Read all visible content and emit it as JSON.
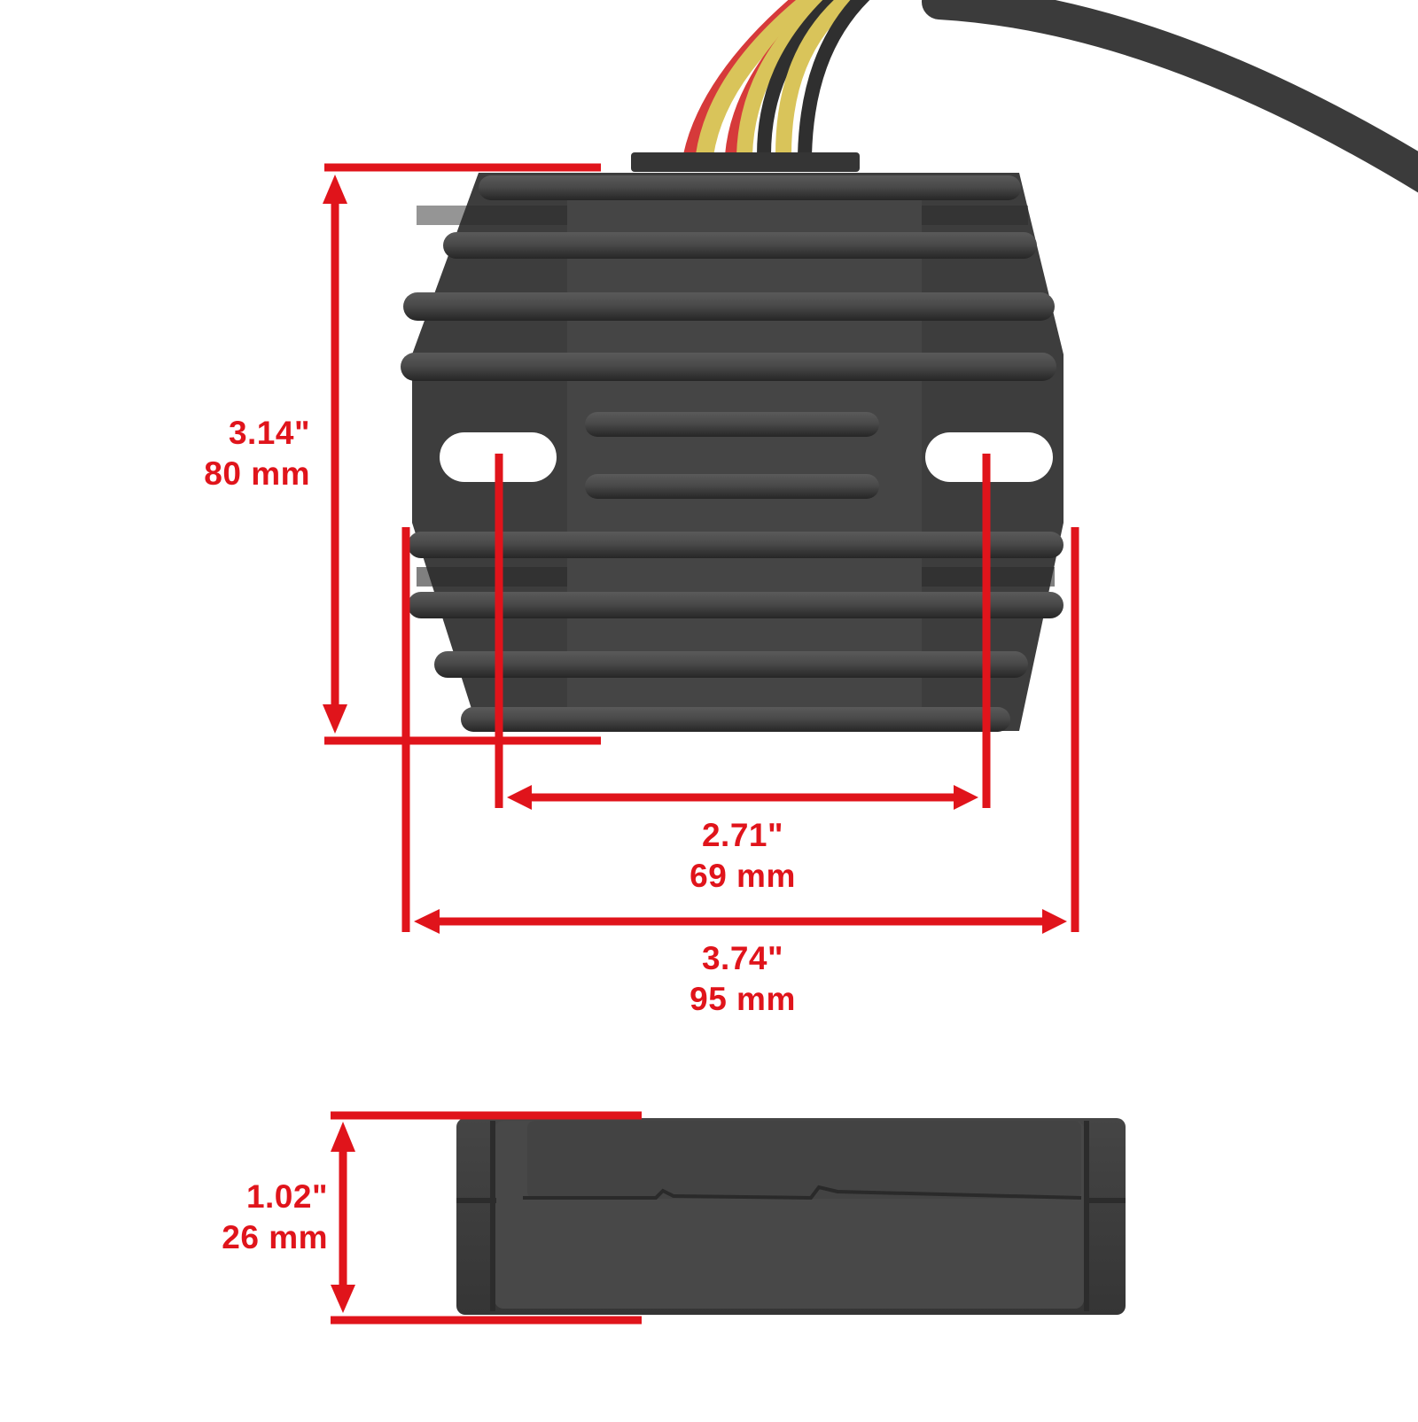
{
  "figure": {
    "subject": "Voltage regulator rectifier with heat-sink fins and wire harness",
    "background_color": "#ffffff",
    "annotation_color": "#e0141b",
    "body_color": "#3c3c3c",
    "wire_colors": [
      "#d63a3a",
      "#d9c45a",
      "#d63a3a",
      "#d9c45a",
      "#2f2f2f",
      "#d9c45a",
      "#2f2f2f"
    ]
  },
  "dimensions": {
    "height": {
      "inches": "3.14\"",
      "mm": "80 mm",
      "view": "front"
    },
    "mounting_hole_spacing": {
      "inches": "2.71\"",
      "mm": "69 mm",
      "view": "front"
    },
    "width": {
      "inches": "3.74\"",
      "mm": "95 mm",
      "view": "front"
    },
    "thickness": {
      "inches": "1.02\"",
      "mm": "26 mm",
      "view": "side"
    }
  }
}
